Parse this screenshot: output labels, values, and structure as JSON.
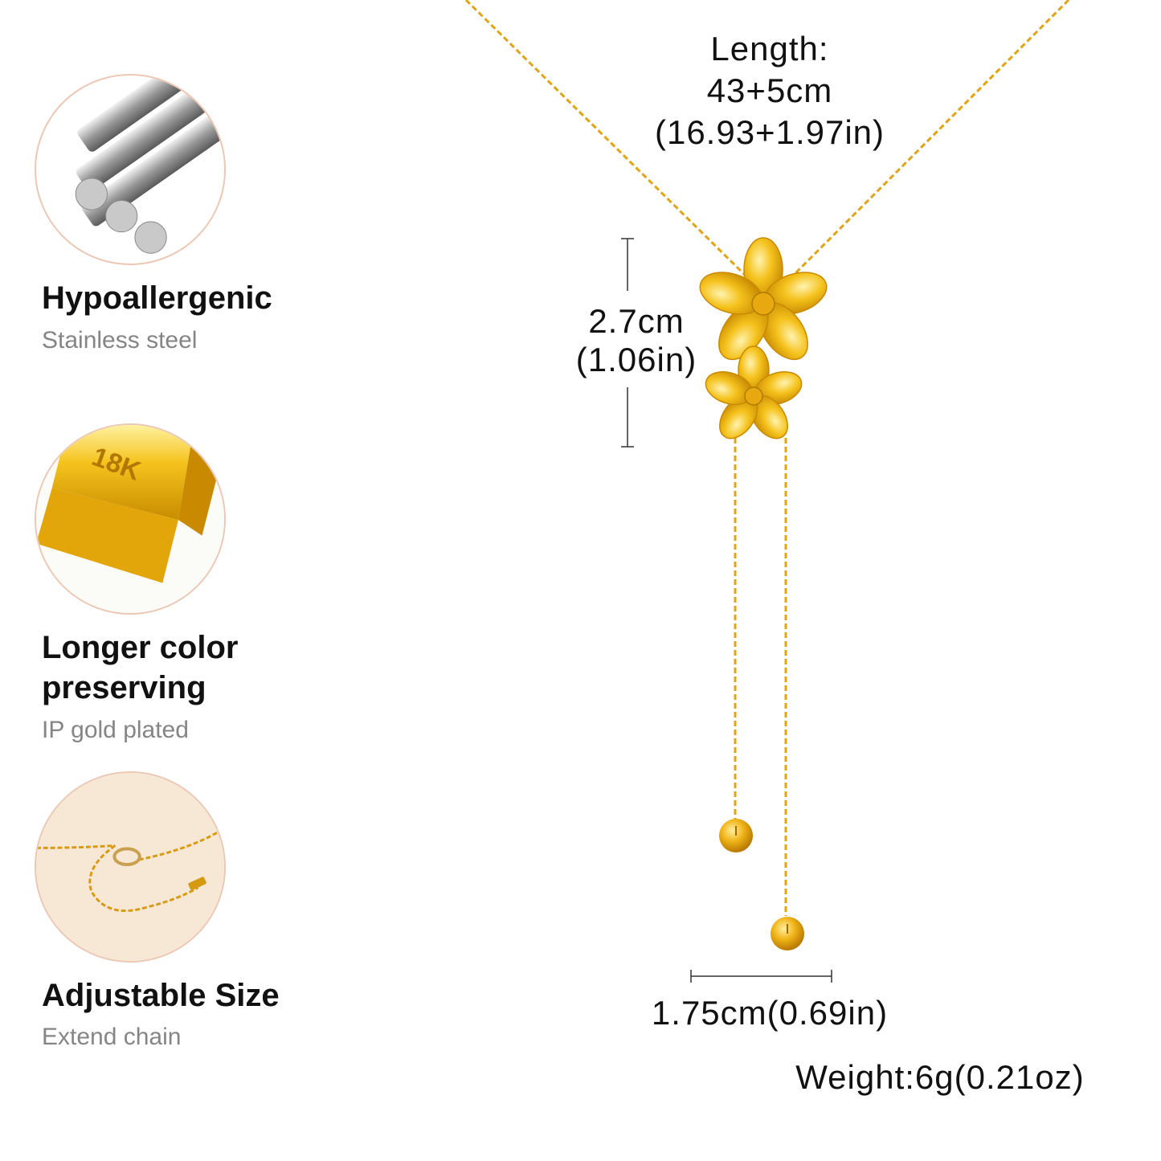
{
  "features": [
    {
      "title": "Hypoallergenic",
      "subtitle": "Stainless steel",
      "icon": "steel-rods-icon"
    },
    {
      "title_line1": "Longer color",
      "title_line2": "preserving",
      "subtitle": "IP gold plated",
      "icon": "gold-bar-icon",
      "bar_text": "18K"
    },
    {
      "title": "Adjustable Size",
      "subtitle": "Extend chain",
      "icon": "extend-chain-icon"
    }
  ],
  "dimensions": {
    "length_label": "Length:",
    "length_cm": "43+5cm",
    "length_in": "(16.93+1.97in)",
    "pendant_cm": "2.7cm",
    "pendant_in": "(1.06in)",
    "width": "1.75cm(0.69in)",
    "weight": "Weight:6g(0.21oz)"
  },
  "colors": {
    "gold": "#f0b418",
    "gold_dark": "#c98a00",
    "circle_border": "#ecc7b4",
    "subtitle_gray": "#858585"
  }
}
